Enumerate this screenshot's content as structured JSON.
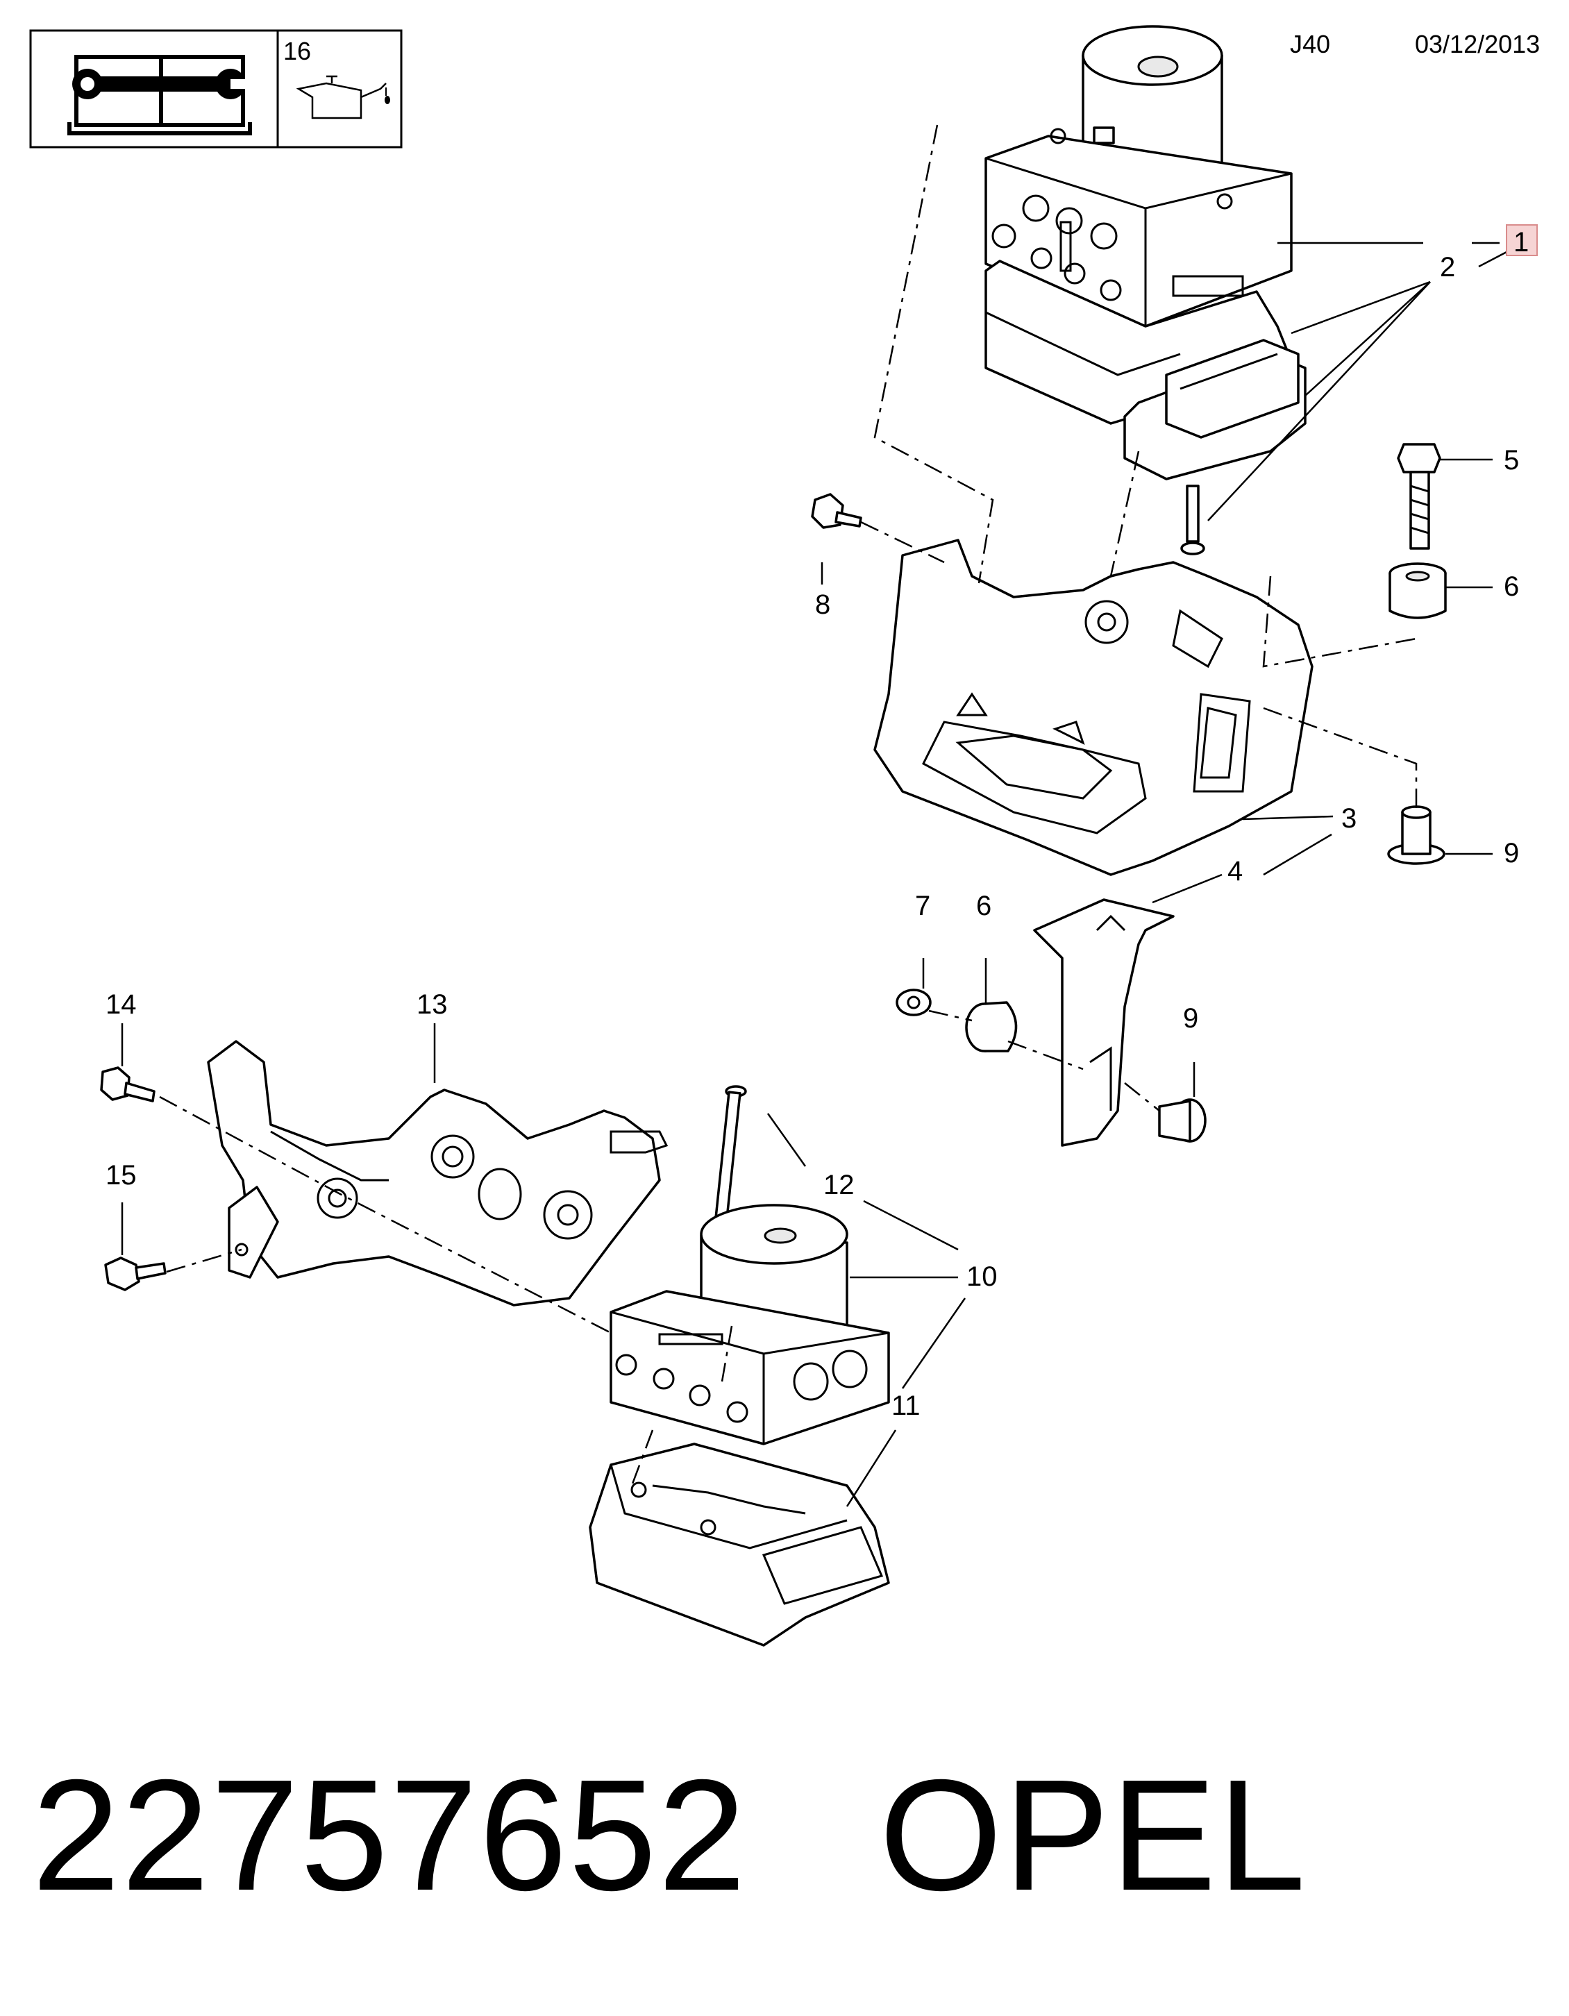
{
  "header": {
    "page_ref": "16",
    "group_code": "J40",
    "date": "03/12/2013"
  },
  "callouts": {
    "c1": "1",
    "c2": "2",
    "c3": "3",
    "c4": "4",
    "c5": "5",
    "c6a": "6",
    "c6b": "6",
    "c7": "7",
    "c8": "8",
    "c9a": "9",
    "c9b": "9",
    "c10": "10",
    "c11": "11",
    "c12": "12",
    "c13": "13",
    "c14": "14",
    "c15": "15"
  },
  "highlight_color": "#f6d4d4",
  "footer": {
    "part_number": "22757652",
    "brand": "OPEL"
  }
}
